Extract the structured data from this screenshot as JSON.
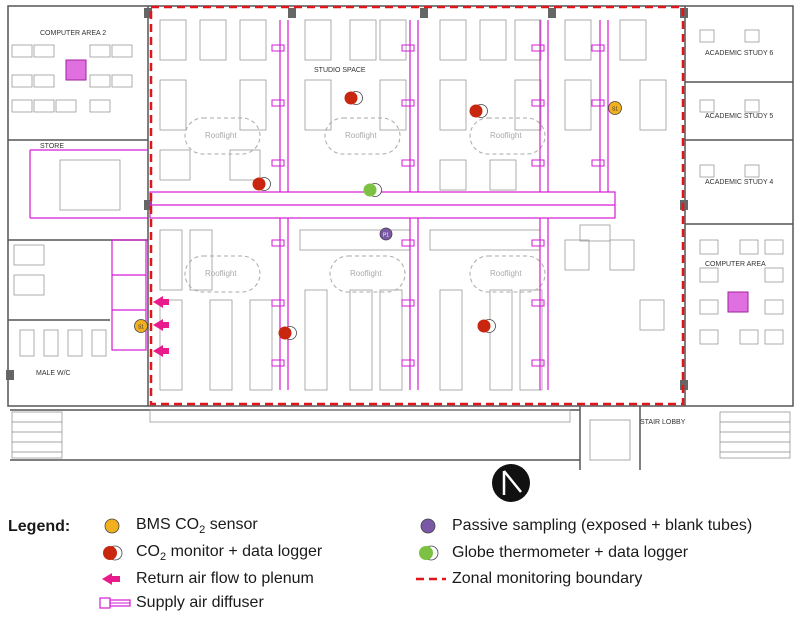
{
  "rooms": {
    "computer_area_2": "COMPUTER AREA 2",
    "store": "STORE",
    "studio_space": "STUDIO SPACE",
    "academic_study_6": "ACADEMIC STUDY 6",
    "academic_study_5": "ACADEMIC STUDY 5",
    "academic_study_4": "ACADEMIC STUDY 4",
    "computer_area": "COMPUTER AREA",
    "male_wc": "MALE W/C",
    "stair_lobby": "STAIR LOBBY",
    "rooflight": "Rooflight"
  },
  "sensor_labels": {
    "bms": "S1",
    "passive": "P1"
  },
  "legend": {
    "title": "Legend:",
    "bms_sensor": {
      "prefix": "BMS CO",
      "sub": "2",
      "suffix": " sensor"
    },
    "co2_monitor": {
      "prefix": "CO",
      "sub": "2",
      "suffix": " monitor + data logger"
    },
    "return_air": "Return air flow to plenum",
    "supply_diffuser": "Supply air diffuser",
    "passive_sampling": "Passive sampling (exposed + blank tubes)",
    "globe_thermometer": "Globe thermometer  + data logger",
    "zonal_boundary": "Zonal monitoring  boundary"
  },
  "colors": {
    "boundary": "#e0161c",
    "duct": "#d61bd6",
    "co2": "#c8260e",
    "bms": "#f2b01e",
    "globe": "#7cc142",
    "passive": "#7b58a6",
    "walls": "#555555"
  },
  "icons": {
    "north": "north-arrow-icon",
    "co2": "co2-monitor-icon",
    "bms": "bms-sensor-icon",
    "globe": "globe-thermometer-icon",
    "passive": "passive-sampling-icon",
    "return": "return-air-arrow-icon",
    "diffuser": "supply-diffuser-icon"
  }
}
